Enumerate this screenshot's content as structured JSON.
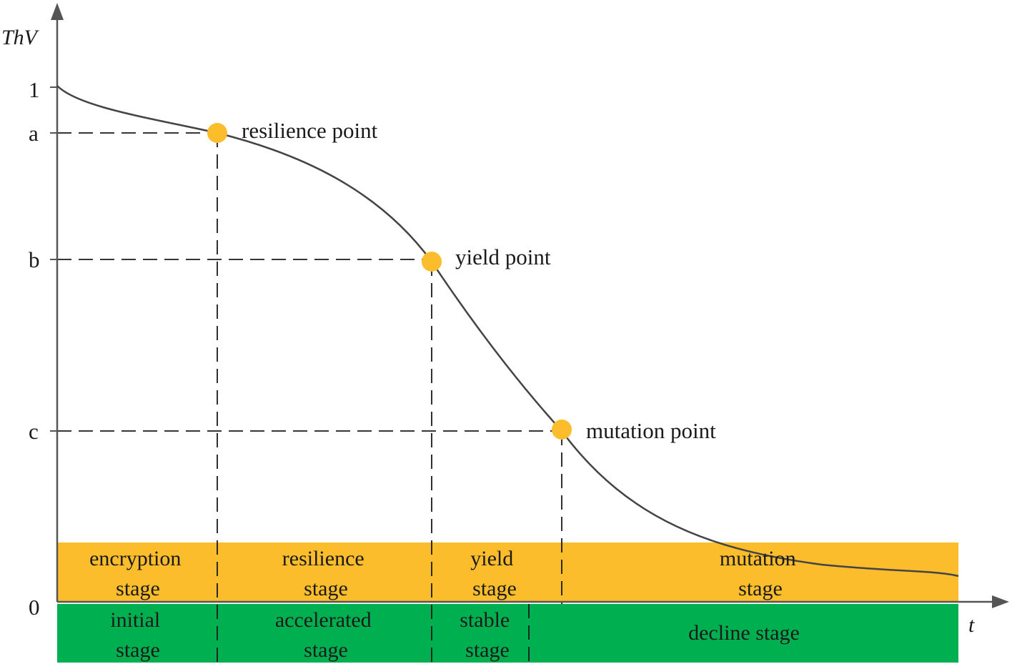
{
  "axes": {
    "y_title": "ThV",
    "x_title": "t",
    "y_tick_labels": {
      "one": "1",
      "a": "a",
      "b": "b",
      "c": "c",
      "zero": "0"
    }
  },
  "points": {
    "resilience": "resilience point",
    "yield": "yield point",
    "mutation": "mutation point"
  },
  "upper_stages": {
    "encryption": [
      "encryption",
      "stage"
    ],
    "resilience": [
      "resilience",
      "stage"
    ],
    "yield": [
      "yield",
      "stage"
    ],
    "mutation": [
      "mutation",
      "stage"
    ]
  },
  "lower_stages": {
    "initial": [
      "initial",
      "stage"
    ],
    "accelerated": [
      "accelerated",
      "stage"
    ],
    "stable": [
      "stable",
      "stage"
    ],
    "decline": "decline stage"
  },
  "colors": {
    "upper_band": "#FBBD2C",
    "lower_band": "#00B050",
    "point_marker": "#FBBD2C",
    "curve": "#444444",
    "axis": "#555555"
  }
}
